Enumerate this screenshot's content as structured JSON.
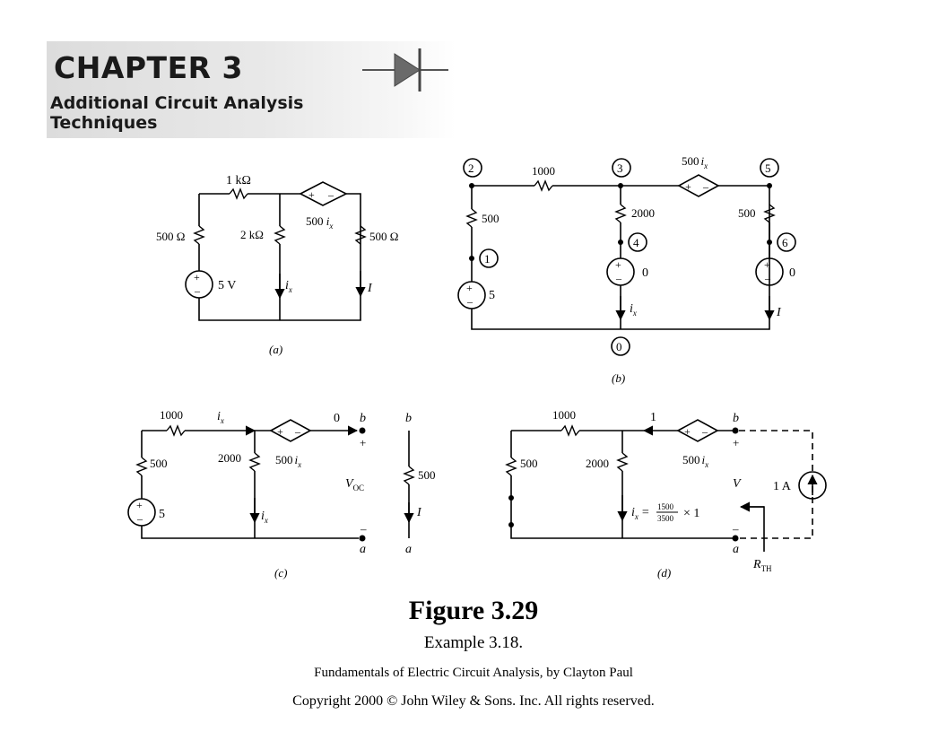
{
  "banner": {
    "chapter": "CHAPTER 3",
    "subtitle_line1": "Additional Circuit Analysis",
    "subtitle_line2": "Techniques"
  },
  "circuit_a": {
    "caption": "(a)",
    "r_top": "1 kΩ",
    "r_left": "500 Ω",
    "r_mid": "2 kΩ",
    "r_right": "500 Ω",
    "source": "5 V",
    "dep_source_value": "500",
    "dep_source_var": "i",
    "dep_source_sub": "x",
    "ix_var": "i",
    "ix_sub": "x",
    "current": "I"
  },
  "circuit_b": {
    "caption": "(b)",
    "nodes": [
      "2",
      "3",
      "5",
      "1",
      "4",
      "6",
      "0"
    ],
    "r_top": "1000",
    "r_left": "500",
    "r_mid": "2000",
    "r_right": "500",
    "src_left": "5",
    "src_mid": "0",
    "src_right": "0",
    "dep_source_value": "500",
    "dep_source_var": "i",
    "dep_source_sub": "x",
    "ix_var": "i",
    "ix_sub": "x",
    "current": "I"
  },
  "circuit_c": {
    "caption": "(c)",
    "r_top": "1000",
    "r_left": "500",
    "r_mid": "2000",
    "r_load": "500",
    "source": "5",
    "dep_source_value": "500",
    "dep_source_var": "i",
    "dep_source_sub": "x",
    "ix_var": "i",
    "ix_sub": "x",
    "zero_current": "0",
    "terminal_b": "b",
    "terminal_a": "a",
    "voc_main": "V",
    "voc_sub": "OC",
    "current": "I",
    "plus": "+",
    "minus": "–"
  },
  "circuit_d": {
    "caption": "(d)",
    "r_top": "1000",
    "r_left": "500",
    "r_mid": "2000",
    "dep_source_value": "500",
    "dep_source_var": "i",
    "dep_source_sub": "x",
    "top_current": "1",
    "terminal_b": "b",
    "terminal_a": "a",
    "voltage": "V",
    "test_source": "1 A",
    "ix_var": "i",
    "ix_sub": "x",
    "ix_eq": "=",
    "frac_num": "1500",
    "frac_den": "3500",
    "ix_tail": "× 1",
    "rth_main": "R",
    "rth_sub": "TH",
    "plus": "+",
    "minus": "–"
  },
  "figure": {
    "title": "Figure 3.29",
    "subtitle": "Example 3.18.",
    "book": "Fundamentals of Electric Circuit Analysis, by Clayton Paul",
    "copyright": "Copyright 2000 © John Wiley & Sons. Inc. All rights reserved."
  }
}
